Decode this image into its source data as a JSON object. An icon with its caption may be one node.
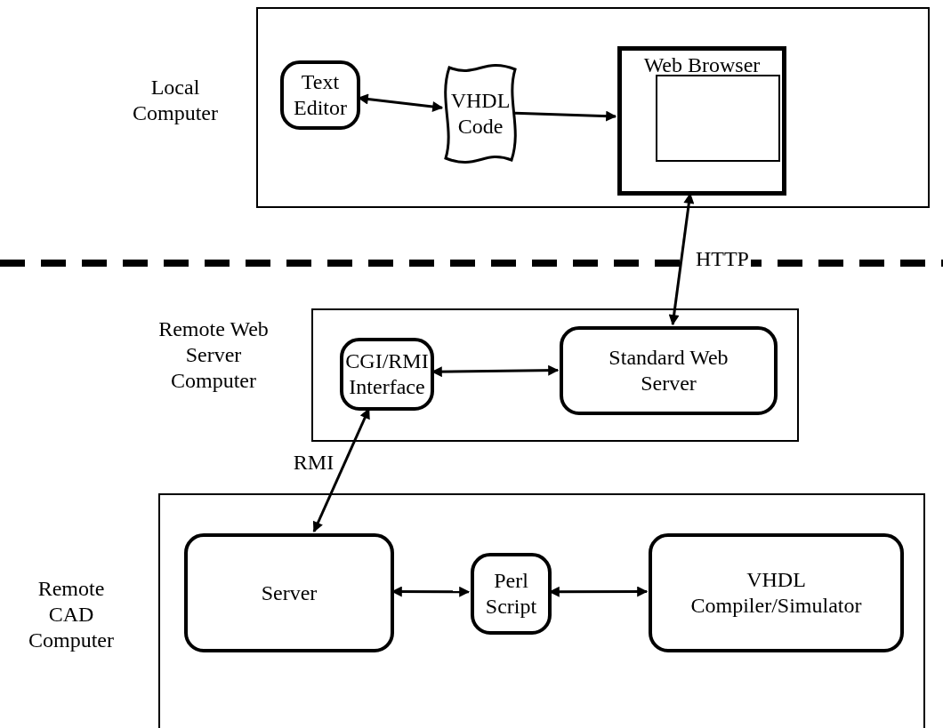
{
  "diagram": {
    "nodes": [
      {
        "text": [],
        "shape": "box",
        "beside": [
          "Local Computer"
        ]
      },
      {
        "text": [
          "Text Editor"
        ],
        "in": 0
      },
      {
        "text": [
          "VHDL Code"
        ],
        "in": 0
      },
      {
        "text": [
          "Web Browser"
        ],
        "in": 0
      },
      {
        "text": [],
        "shape": "box",
        "beside": [
          "Remote Web Server Computer"
        ]
      },
      {
        "text": [
          "CGI/RMI Interface"
        ],
        "in": 4
      },
      {
        "text": [
          "Standard Web Server"
        ],
        "in": 4
      },
      {
        "text": [],
        "shape": "box",
        "beside": [
          "Remote CAD Computer"
        ]
      },
      {
        "text": [
          "Server"
        ],
        "in": 7
      },
      {
        "text": [
          "Perl Script"
        ],
        "in": 7
      },
      {
        "text": [
          "VHDL Compiler/Simulator"
        ],
        "in": 7
      }
    ],
    "edges": [
      {
        "from": 1,
        "to": 2,
        "arrow": "both"
      },
      {
        "from": 2,
        "to": 3,
        "arrow": "to"
      },
      {
        "from": 3,
        "to": 6,
        "arrow": "both",
        "label": "HTTP"
      },
      {
        "from": 5,
        "to": 6,
        "arrow": "both"
      },
      {
        "from": 5,
        "to": 8,
        "arrow": "both",
        "label": "RMI"
      },
      {
        "from": 8,
        "to": 9,
        "arrow": "both"
      },
      {
        "from": 9,
        "to": 10,
        "arrow": "both"
      }
    ]
  }
}
